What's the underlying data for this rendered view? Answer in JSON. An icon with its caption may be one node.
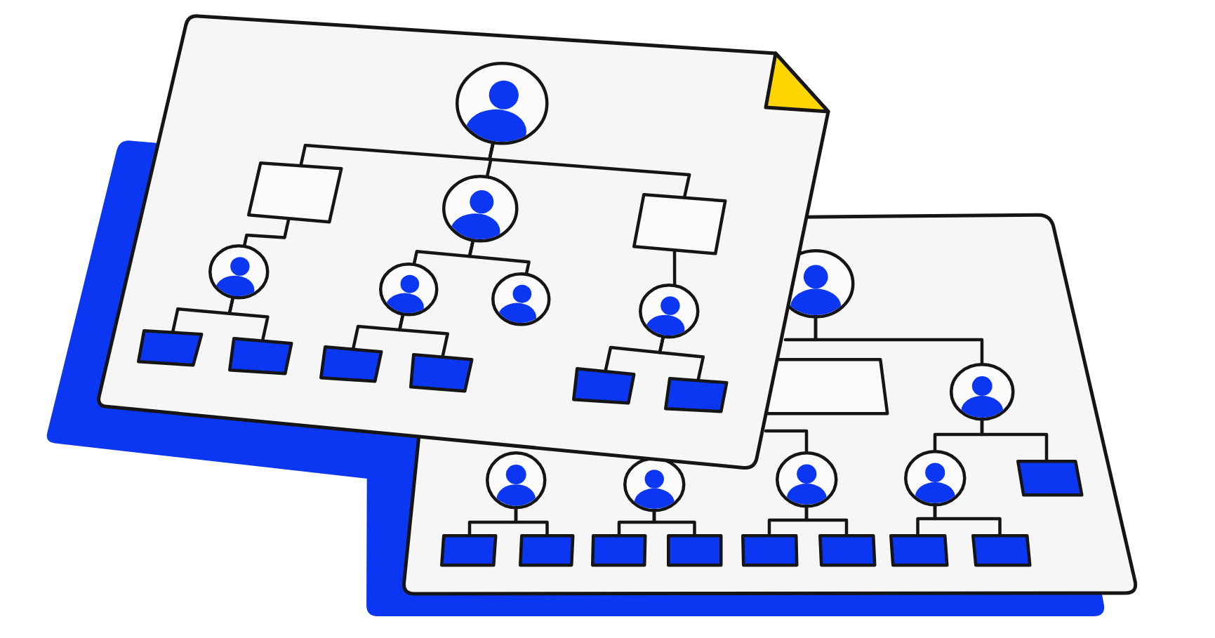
{
  "diagram": {
    "nodes": [
      {
        "text": [],
        "shape": "person"
      },
      {
        "text": [],
        "shape": "box"
      },
      {
        "text": [],
        "shape": "person"
      },
      {
        "text": [],
        "shape": "box"
      },
      {
        "text": [],
        "shape": "person"
      },
      {
        "text": [],
        "shape": "person"
      },
      {
        "text": [],
        "shape": "person"
      },
      {
        "text": [],
        "shape": "person"
      },
      {
        "text": [],
        "shape": "box"
      },
      {
        "text": [],
        "shape": "box"
      },
      {
        "text": [],
        "shape": "box"
      },
      {
        "text": [],
        "shape": "box"
      },
      {
        "text": [],
        "shape": "box"
      },
      {
        "text": [],
        "shape": "box"
      },
      {
        "text": [],
        "shape": "person"
      },
      {
        "text": [],
        "shape": "box"
      },
      {
        "text": [],
        "shape": "person"
      },
      {
        "text": [],
        "shape": "person"
      },
      {
        "text": [],
        "shape": "person"
      },
      {
        "text": [],
        "shape": "person"
      },
      {
        "text": [],
        "shape": "person"
      },
      {
        "text": [],
        "shape": "box"
      },
      {
        "text": [],
        "shape": "box"
      },
      {
        "text": [],
        "shape": "box"
      },
      {
        "text": [],
        "shape": "box"
      },
      {
        "text": [],
        "shape": "box"
      },
      {
        "text": [],
        "shape": "box"
      },
      {
        "text": [],
        "shape": "box"
      },
      {
        "text": [],
        "shape": "box"
      },
      {
        "text": [],
        "shape": "box"
      }
    ],
    "edges": [
      {
        "from": 0,
        "to": 1,
        "arrow": "none"
      },
      {
        "from": 0,
        "to": 2,
        "arrow": "none"
      },
      {
        "from": 0,
        "to": 3,
        "arrow": "none"
      },
      {
        "from": 1,
        "to": 4,
        "arrow": "none"
      },
      {
        "from": 2,
        "to": 5,
        "arrow": "none"
      },
      {
        "from": 2,
        "to": 6,
        "arrow": "none"
      },
      {
        "from": 3,
        "to": 7,
        "arrow": "none"
      },
      {
        "from": 4,
        "to": 8,
        "arrow": "none"
      },
      {
        "from": 4,
        "to": 9,
        "arrow": "none"
      },
      {
        "from": 5,
        "to": 10,
        "arrow": "none"
      },
      {
        "from": 5,
        "to": 11,
        "arrow": "none"
      },
      {
        "from": 7,
        "to": 12,
        "arrow": "none"
      },
      {
        "from": 7,
        "to": 13,
        "arrow": "none"
      },
      {
        "from": 14,
        "to": 16,
        "arrow": "none"
      },
      {
        "from": 14,
        "to": null,
        "arrow": "none"
      },
      {
        "from": 16,
        "to": 20,
        "arrow": "none"
      },
      {
        "from": 16,
        "to": 21,
        "arrow": "none"
      },
      {
        "from": null,
        "to": 19,
        "arrow": "none"
      },
      {
        "from": 17,
        "to": 22,
        "arrow": "none"
      },
      {
        "from": 17,
        "to": 23,
        "arrow": "none"
      },
      {
        "from": 18,
        "to": 24,
        "arrow": "none"
      },
      {
        "from": 18,
        "to": 25,
        "arrow": "none"
      },
      {
        "from": 19,
        "to": 26,
        "arrow": "none"
      },
      {
        "from": 19,
        "to": 27,
        "arrow": "none"
      },
      {
        "from": 20,
        "to": 28,
        "arrow": "none"
      },
      {
        "from": 20,
        "to": 29,
        "arrow": "none"
      }
    ]
  }
}
